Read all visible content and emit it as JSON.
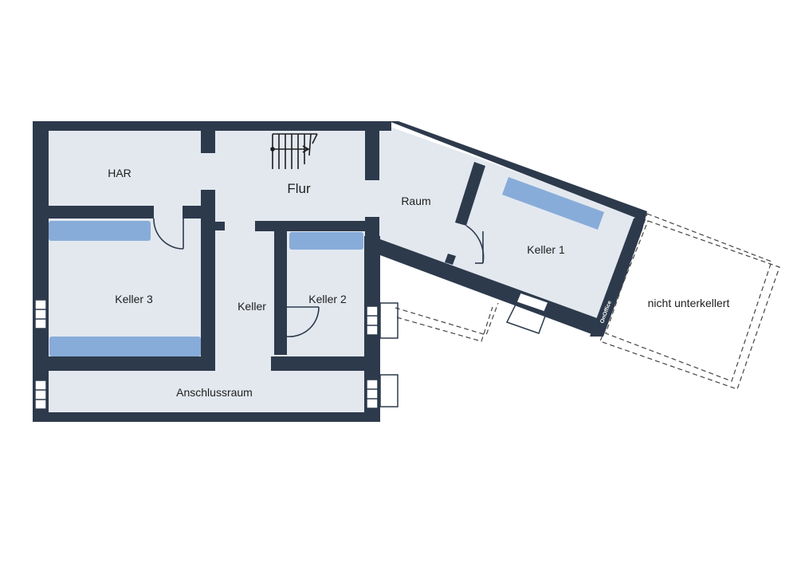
{
  "rooms": {
    "har": "HAR",
    "flur": "Flur",
    "raum": "Raum",
    "keller1": "Keller 1",
    "keller2": "Keller 2",
    "keller3": "Keller 3",
    "keller": "Keller",
    "anschlussraum": "Anschlussraum",
    "nicht_unterkellert": "nicht unterkellert"
  },
  "brand": "OnOffice",
  "colors": {
    "wall": "#2d3a4c",
    "floor": "#e3e8ef",
    "shelf": "#88acd9",
    "outline": "#444444"
  }
}
